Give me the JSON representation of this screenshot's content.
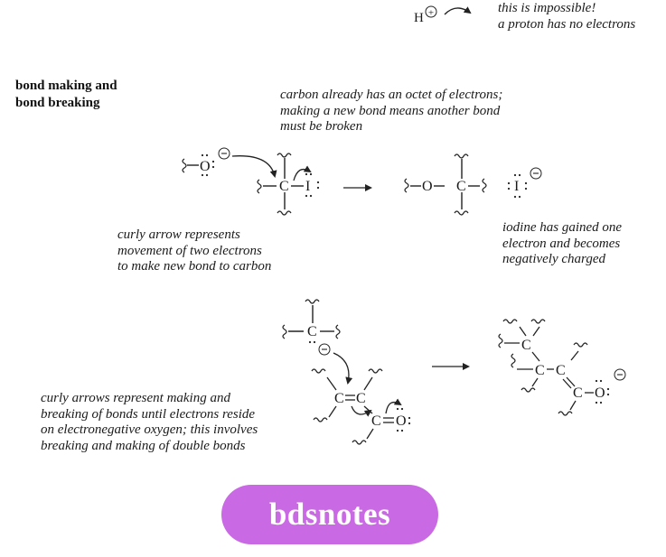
{
  "proton_note": {
    "symbol": "H",
    "charge": "+",
    "lines": [
      "this is impossible!",
      "a proton has no electrons"
    ]
  },
  "heading": {
    "lines": [
      "bond making and",
      "bond breaking"
    ]
  },
  "octet_note": {
    "lines": [
      "carbon already has an octet of electrons;",
      "making a new bond means another bond",
      "must be broken"
    ]
  },
  "reaction1": {
    "reactant_atoms": [
      "O",
      "C",
      "I"
    ],
    "product_atoms": [
      "O",
      "C",
      "I"
    ],
    "left_caption": [
      "curly arrow represents",
      "movement of two electrons",
      "to make new bond to carbon"
    ],
    "right_caption": [
      "iodine has gained one",
      "electron and becomes",
      "negatively charged"
    ]
  },
  "reaction2": {
    "reactant_atoms": [
      "C",
      "C",
      "C",
      "C",
      "O"
    ],
    "product_atoms": [
      "C",
      "C",
      "C",
      "C",
      "O"
    ],
    "caption": [
      "curly arrows represent making and",
      "breaking of  bonds until electrons reside",
      "on electronegative oxygen; this involves",
      "breaking and making of double bonds"
    ]
  },
  "watermark": {
    "label": "bdsnotes",
    "color": "#c96ae4"
  }
}
